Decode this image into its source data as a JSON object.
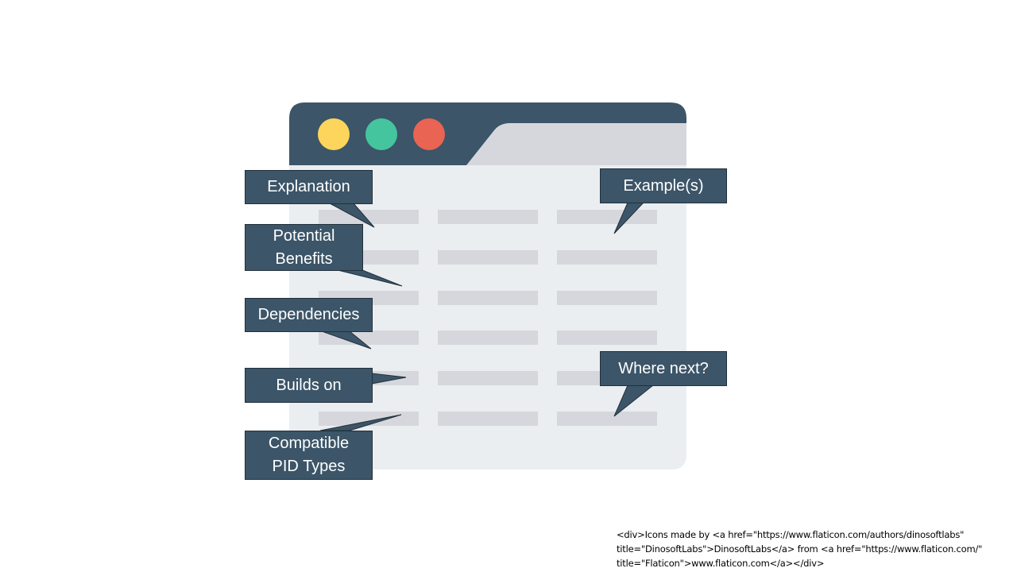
{
  "colors": {
    "title_bar": "#3c5568",
    "tab": "#d6d7dc",
    "body": "#eaeef1",
    "row": "#d6d7dc",
    "dot_yellow": "#fdd55c",
    "dot_green": "#45c59e",
    "dot_red": "#e96453",
    "callout_fill": "#3c5568",
    "callout_text": "#ffffff"
  },
  "icon": "browser-window-table-icon",
  "callouts": {
    "explanation": "Explanation",
    "potential_benefits": "Potential\nBenefits",
    "dependencies": "Dependencies",
    "builds_on": "Builds on",
    "compatible_pid_types": "Compatible\nPID Types",
    "examples": "Example(s)",
    "where_next": "Where next?"
  },
  "credit": "<div>Icons made by <a href=\"https://www.flaticon.com/authors/dinosoftlabs\" title=\"DinosoftLabs\">DinosoftLabs</a> from <a href=\"https://www.flaticon.com/\" title=\"Flaticon\">www.flaticon.com</a></div>"
}
